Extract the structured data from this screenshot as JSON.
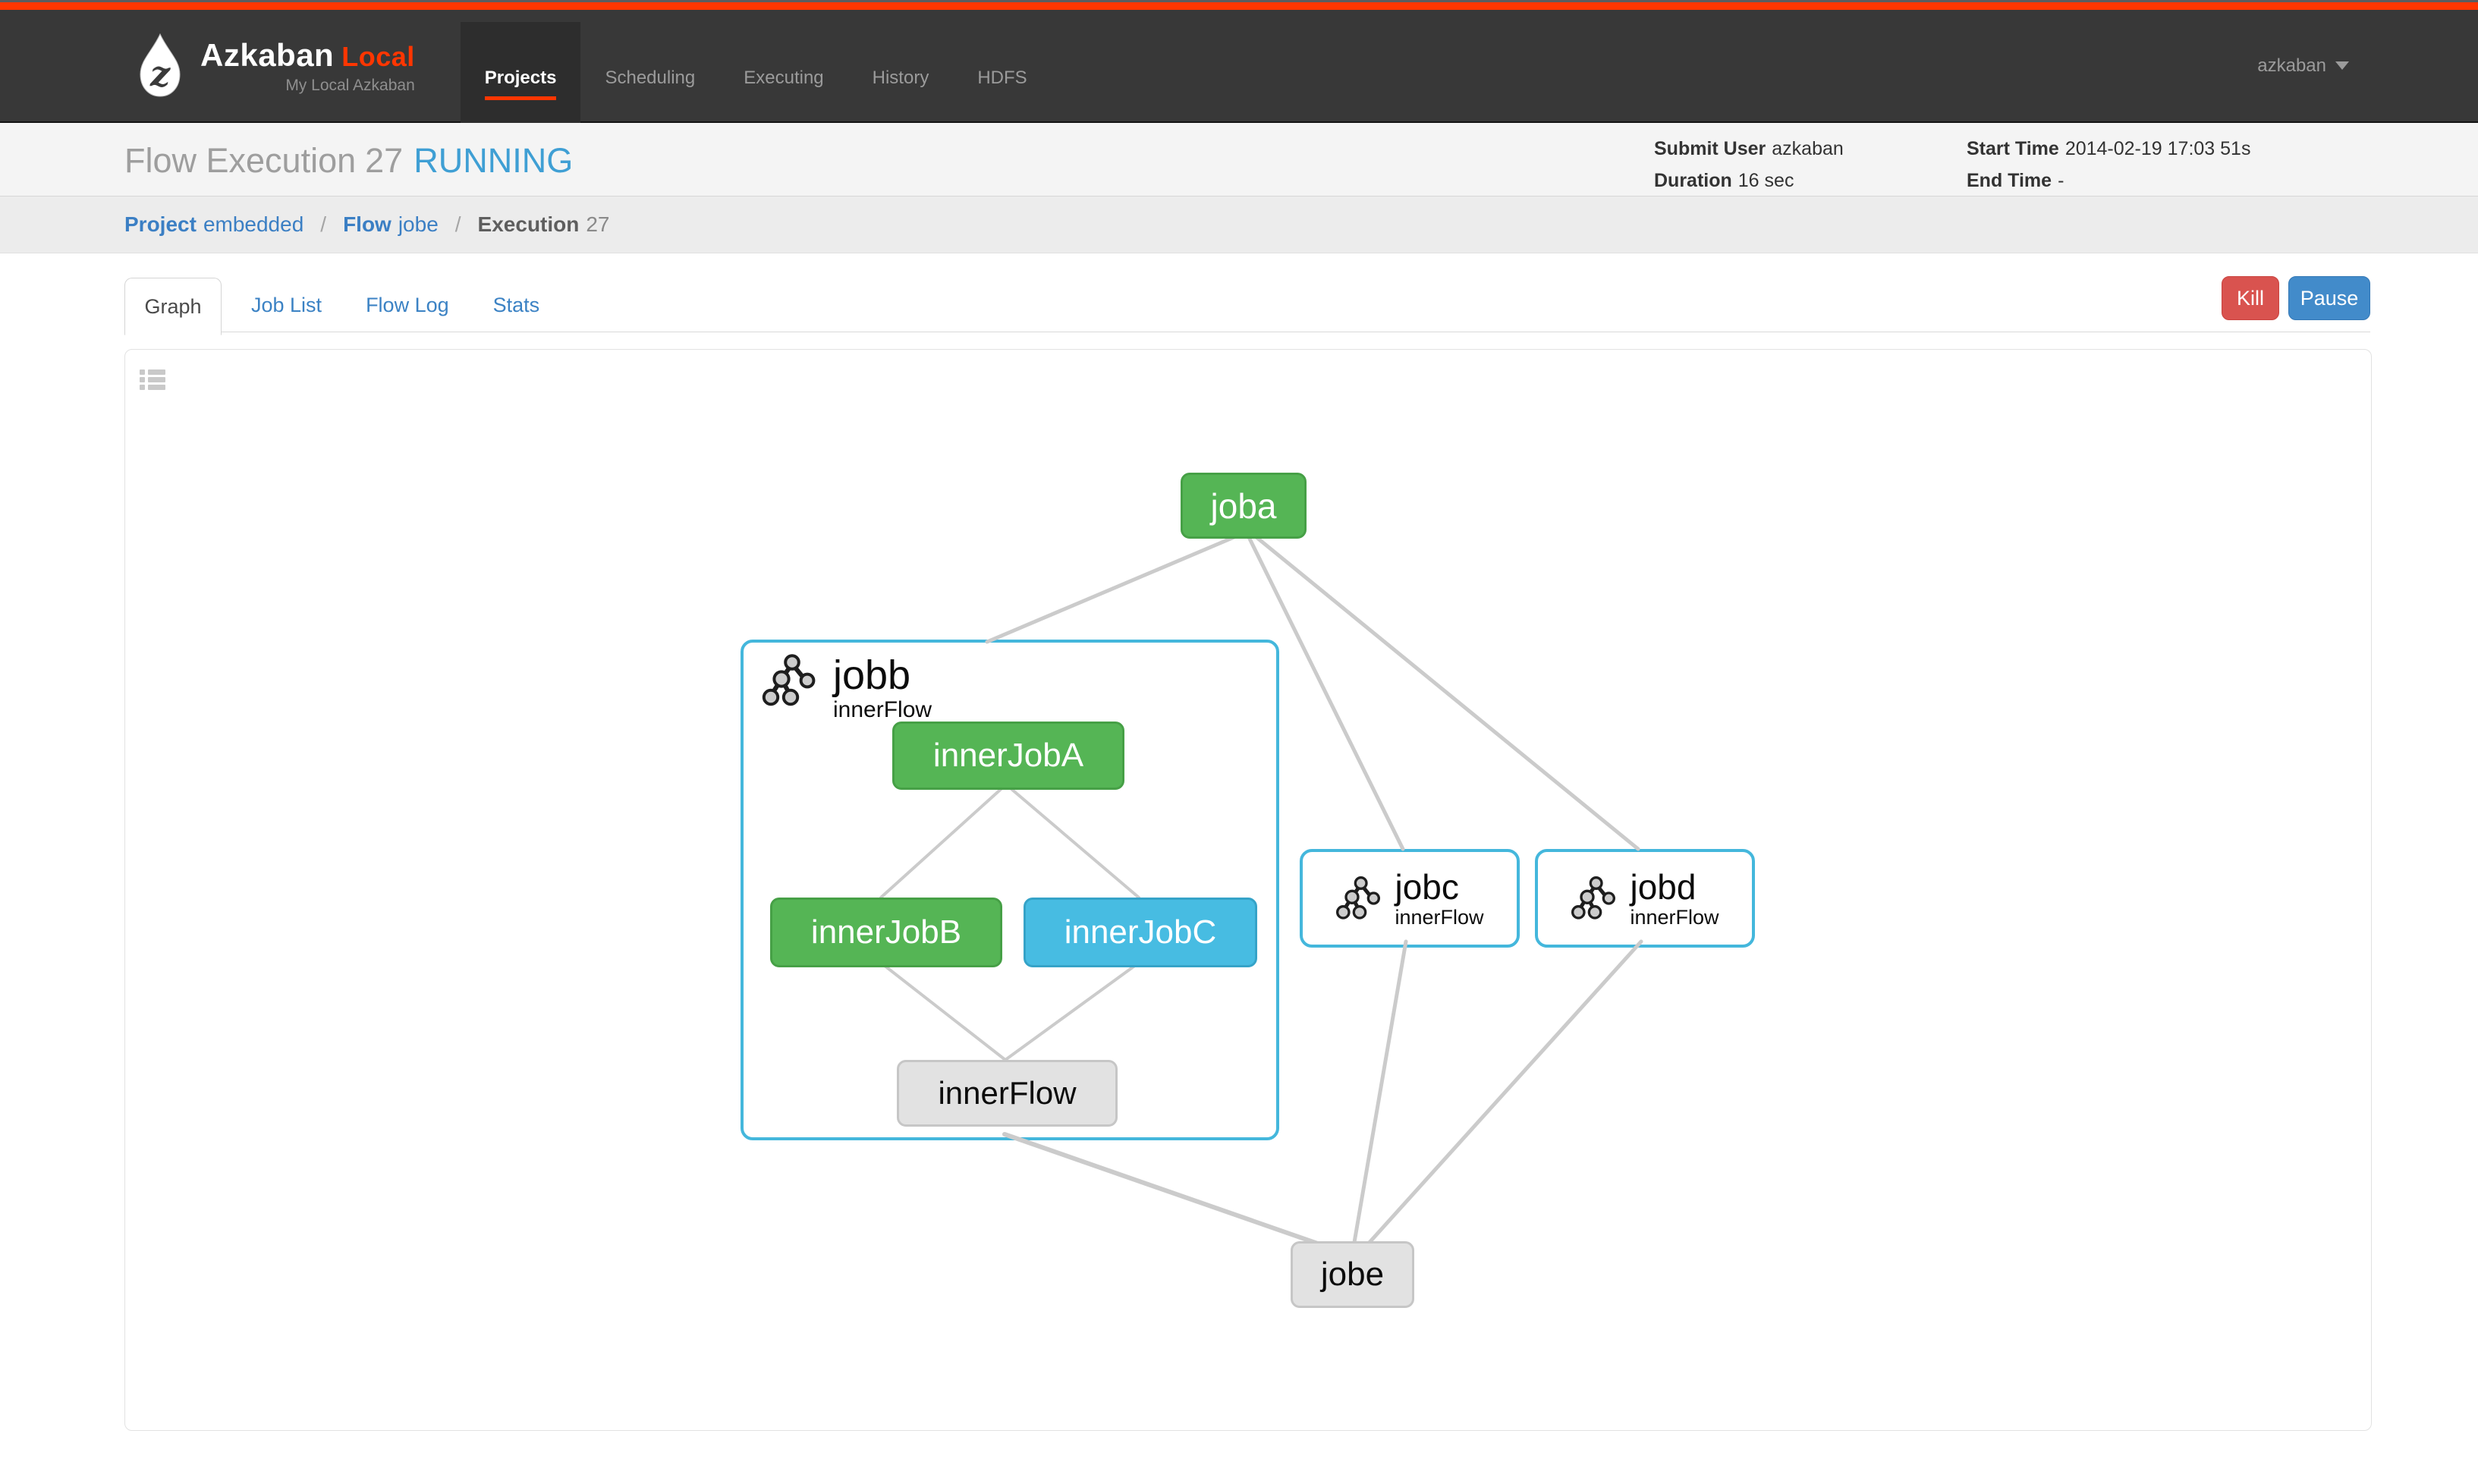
{
  "navbar": {
    "brand": "Azkaban",
    "brand_accent": "Local",
    "brand_subtitle": "My Local Azkaban",
    "items": [
      {
        "label": "Projects",
        "active": true
      },
      {
        "label": "Scheduling",
        "active": false
      },
      {
        "label": "Executing",
        "active": false
      },
      {
        "label": "History",
        "active": false
      },
      {
        "label": "HDFS",
        "active": false
      }
    ],
    "user": "azkaban"
  },
  "header": {
    "title": "Flow Execution",
    "execution_id": "27",
    "status": "RUNNING",
    "meta": {
      "submit_user_label": "Submit User",
      "submit_user": "azkaban",
      "duration_label": "Duration",
      "duration": "16 sec",
      "start_time_label": "Start Time",
      "start_time": "2014-02-19 17:03 51s",
      "end_time_label": "End Time",
      "end_time": "-"
    }
  },
  "breadcrumb": {
    "separator": "/",
    "project_label": "Project",
    "project": "embedded",
    "flow_label": "Flow",
    "flow": "jobe",
    "execution_label": "Execution",
    "execution": "27"
  },
  "tabs": [
    {
      "label": "Graph",
      "active": true
    },
    {
      "label": "Job List",
      "active": false
    },
    {
      "label": "Flow Log",
      "active": false
    },
    {
      "label": "Stats",
      "active": false
    }
  ],
  "actions": {
    "kill": "Kill",
    "pause": "Pause"
  },
  "graph": {
    "nodes": {
      "joba": {
        "label": "joba",
        "status": "success"
      },
      "jobb": {
        "label": "jobb",
        "subtitle": "innerFlow",
        "type": "embedded-flow"
      },
      "innerJobA": {
        "label": "innerJobA",
        "status": "success"
      },
      "innerJobB": {
        "label": "innerJobB",
        "status": "success"
      },
      "innerJobC": {
        "label": "innerJobC",
        "status": "running"
      },
      "innerFlow": {
        "label": "innerFlow",
        "status": "ready"
      },
      "jobc": {
        "label": "jobc",
        "subtitle": "innerFlow",
        "type": "embedded-flow"
      },
      "jobd": {
        "label": "jobd",
        "subtitle": "innerFlow",
        "type": "embedded-flow"
      },
      "jobe": {
        "label": "jobe",
        "status": "ready"
      }
    },
    "edges": [
      [
        "joba",
        "jobb"
      ],
      [
        "joba",
        "jobc"
      ],
      [
        "joba",
        "jobd"
      ],
      [
        "innerJobA",
        "innerJobB"
      ],
      [
        "innerJobA",
        "innerJobC"
      ],
      [
        "innerJobB",
        "innerFlow"
      ],
      [
        "innerJobC",
        "innerFlow"
      ],
      [
        "jobb",
        "jobe"
      ],
      [
        "jobc",
        "jobe"
      ],
      [
        "jobd",
        "jobe"
      ]
    ]
  },
  "colors": {
    "accent_orange": "#ff3601",
    "success_green": "#55b555",
    "running_blue": "#47bce2",
    "flow_border_blue": "#44b7dc",
    "ready_gray": "#e2e2e2",
    "link_blue": "#3b7fc4",
    "status_running_blue": "#3f9fd4",
    "kill_red": "#d9534f",
    "pause_blue": "#428bca",
    "edge_gray": "#cbcbcb"
  }
}
